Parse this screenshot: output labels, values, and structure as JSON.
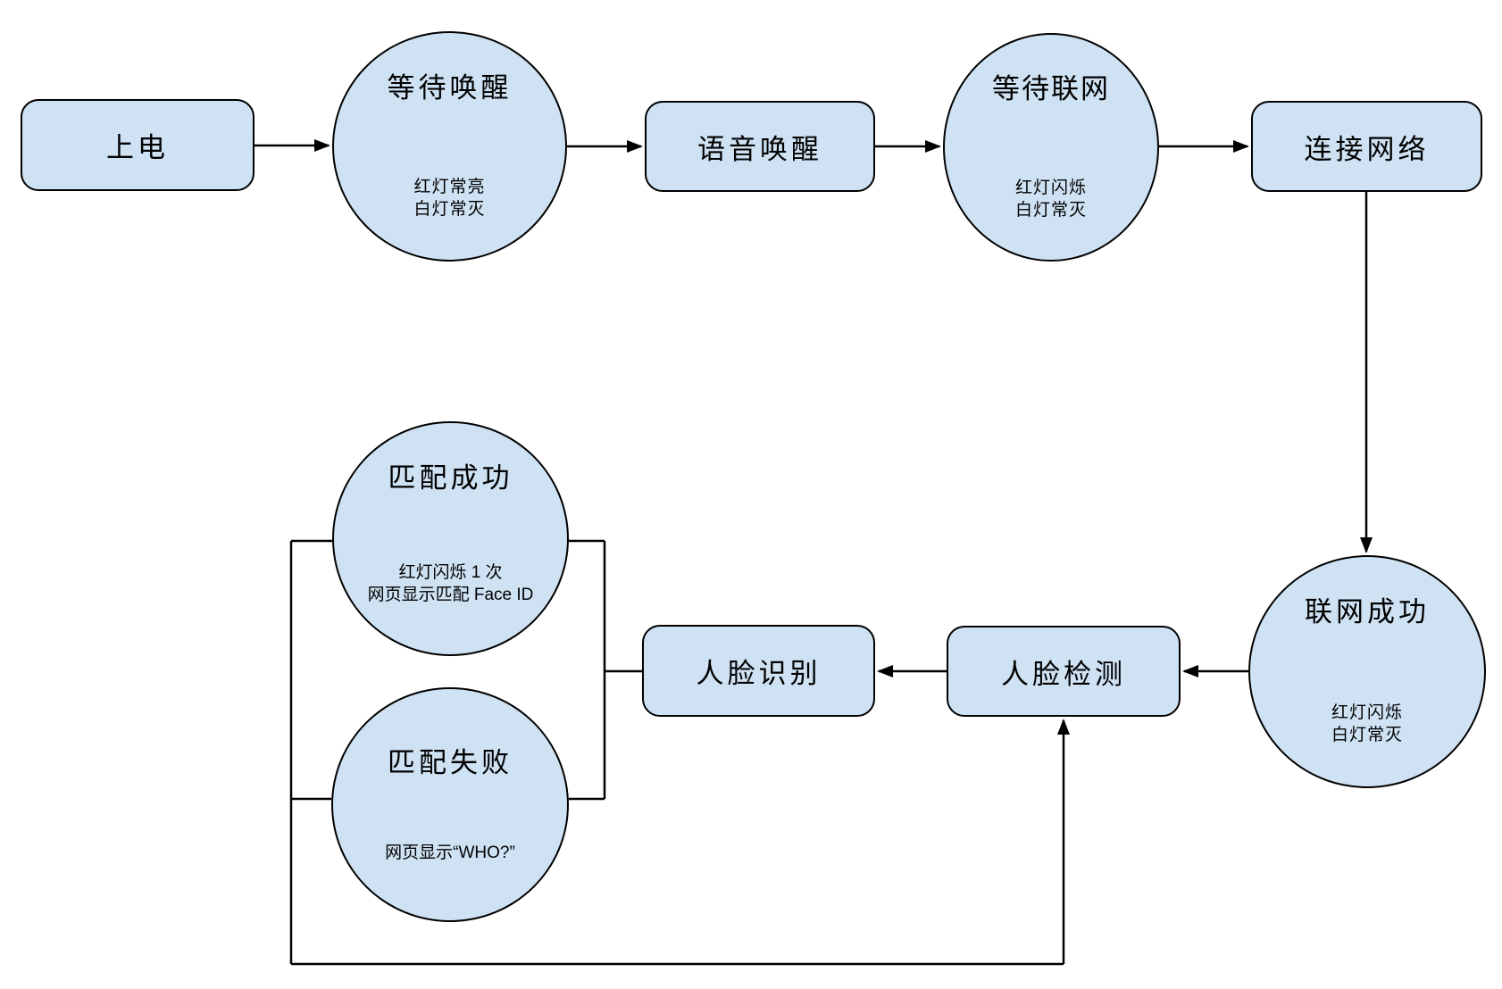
{
  "diagram": {
    "background_color": "#ffffff",
    "node_fill_color": "#cfe2f3",
    "node_border_color": "#000000",
    "nodes": {
      "power": {
        "type": "rect",
        "label": "上电"
      },
      "wait_wake": {
        "type": "ellipse",
        "label": "等待唤醒",
        "sublines": [
          "红灯常亮",
          "白灯常灭"
        ]
      },
      "voice_wake": {
        "type": "rect",
        "label": "语音唤醒"
      },
      "wait_net": {
        "type": "ellipse",
        "label": "等待联网",
        "sublines": [
          "红灯闪烁",
          "白灯常灭"
        ]
      },
      "connect_net": {
        "type": "rect",
        "label": "连接网络"
      },
      "net_ok": {
        "type": "ellipse",
        "label": "联网成功",
        "sublines": [
          "红灯闪烁",
          "白灯常灭"
        ]
      },
      "face_detect": {
        "type": "rect",
        "label": "人脸检测"
      },
      "face_recog": {
        "type": "rect",
        "label": "人脸识别"
      },
      "match_ok": {
        "type": "ellipse",
        "label": "匹配成功",
        "sublines": [
          "红灯闪烁 1 次",
          "网页显示匹配 Face ID"
        ]
      },
      "match_fail": {
        "type": "ellipse",
        "label": "匹配失败",
        "sublines": [
          "网页显示“WHO?”"
        ]
      }
    },
    "edges": [
      {
        "from": "上电",
        "to": "等待唤醒",
        "arrow": true
      },
      {
        "from": "等待唤醒",
        "to": "语音唤醒",
        "arrow": true
      },
      {
        "from": "语音唤醒",
        "to": "等待联网",
        "arrow": true
      },
      {
        "from": "等待联网",
        "to": "连接网络",
        "arrow": true
      },
      {
        "from": "连接网络",
        "to": "联网成功",
        "arrow": true
      },
      {
        "from": "联网成功",
        "to": "人脸检测",
        "arrow": true
      },
      {
        "from": "人脸检测",
        "to": "人脸识别",
        "arrow": true
      },
      {
        "from": "人脸识别",
        "to": "匹配成功",
        "arrow": false
      },
      {
        "from": "人脸识别",
        "to": "匹配失败",
        "arrow": false
      },
      {
        "from": "匹配成功 / 匹配失败",
        "to": "人脸检测",
        "arrow": true
      }
    ]
  }
}
